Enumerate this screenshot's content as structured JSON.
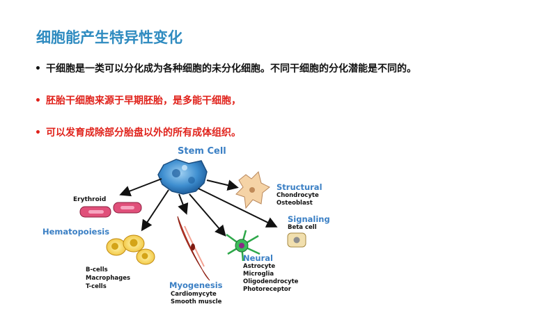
{
  "slide": {
    "title": "细胞能产生特异性变化",
    "bullets": [
      {
        "marker": "•",
        "text": "干细胞是一类可以分化成为各种细胞的未分化细胞。不同干细胞的分化潜能是不同的。",
        "color": "#111111"
      },
      {
        "marker": "•",
        "text": "胚胎干细胞来源于早期胚胎，是多能干细胞，",
        "color": "#e0221b"
      },
      {
        "marker": "•",
        "text": "可以发育成除部分胎盘以外的所有成体组织。",
        "color": "#e0221b"
      }
    ]
  },
  "diagram": {
    "stem_cell": "Stem Cell",
    "erythroid": "Erythroid",
    "hematopoiesis": "Hematopoiesis",
    "hema_types": [
      "B-cells",
      "Macrophages",
      "T-cells"
    ],
    "myogenesis": "Myogenesis",
    "myo_types": [
      "Cardiomycyte",
      "Smooth muscle"
    ],
    "neural": "Neural",
    "neural_types": [
      "Astrocyte",
      "Microglia",
      "Oligodendrocyte",
      "Photoreceptor"
    ],
    "signaling": "Signaling",
    "signaling_types": [
      "Beta cell"
    ],
    "structural": "Structural",
    "structural_types": [
      "Chondrocyte",
      "Osteoblast"
    ],
    "colors": {
      "title": "#2e8bc0",
      "label_blue": "#3a7fc4",
      "red_text": "#e0221b",
      "stem": "#4a9ad6",
      "erythroid": "#e0507a"
    }
  }
}
